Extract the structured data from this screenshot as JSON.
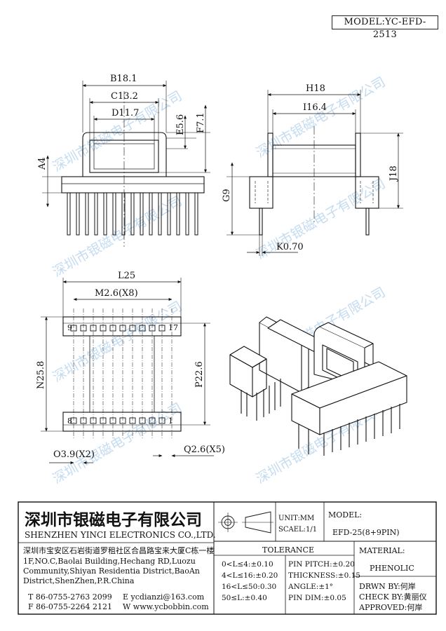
{
  "header": {
    "model": "MODEL:YC-EFD-2513"
  },
  "watermark": {
    "text": "深圳市银磁电子有限公司"
  },
  "front_view": {
    "b": "B18.1",
    "c": "C13.2",
    "d": "D11.7",
    "e": "E5.6",
    "f": "F7.1",
    "a": "A4"
  },
  "side_view": {
    "h": "H18",
    "i": "I16.4",
    "j": "J18",
    "g": "G9",
    "k": "K0.70"
  },
  "bottom_view": {
    "l": "L25",
    "m": "M2.6(X8)",
    "n": "N25.8",
    "p": "P22.6",
    "o": "O3.9(X2)",
    "q": "Q2.6(X5)",
    "pin_9": "9",
    "pin_17": "17",
    "pin_8": "8",
    "pin_1": "1"
  },
  "title_block": {
    "company_cn": "深圳市银磁电子有限公司",
    "company_en": "SHENZHEN YINCI ELECTRONICS CO.,LTD.",
    "address_cn": "深圳市宝安区石岩街道罗租社区合昌路宝来大厦C栋一楼",
    "address_en_1": "1F,NO.C,Baolai Building,Hechang RD,Luozu",
    "address_en_2": "Community,Shiyan Residentia District,BaoAn",
    "address_en_3": "District,ShenZhen,P.R.China",
    "tel": "T 86-0755-2763 2099",
    "fax": "F 86-0755-2264 2121",
    "email": "E ycdianzi@163.com",
    "web": "W www.ycbobbin.com",
    "unit": "UNIT:MM",
    "scale": "SCAEL:1/1",
    "model_label": "MODEL:",
    "model_value": "EFD-25(8+9PIN)",
    "tolerance_title": "TOLERANCE",
    "tol_1": "0<L≤4:±0.10",
    "tol_2": "4<L≤16:±0.20",
    "tol_3": "16<L≤50:0.30",
    "tol_4": "50≤L:±0.40",
    "pin_pitch": "PIN PITCH:±0.20",
    "thickness": "THICKNESS:±0.15",
    "angle": "ANGLE:±1°",
    "pin_dim": "PIN DIM:±0.05",
    "material_label": "MATERIAL:",
    "material_value": "PHENOLIC",
    "drawn_by": "DRWN BY:何岸",
    "check_by": "CHECK BY:黄丽仪",
    "approved": "APPROVED:何岸"
  }
}
